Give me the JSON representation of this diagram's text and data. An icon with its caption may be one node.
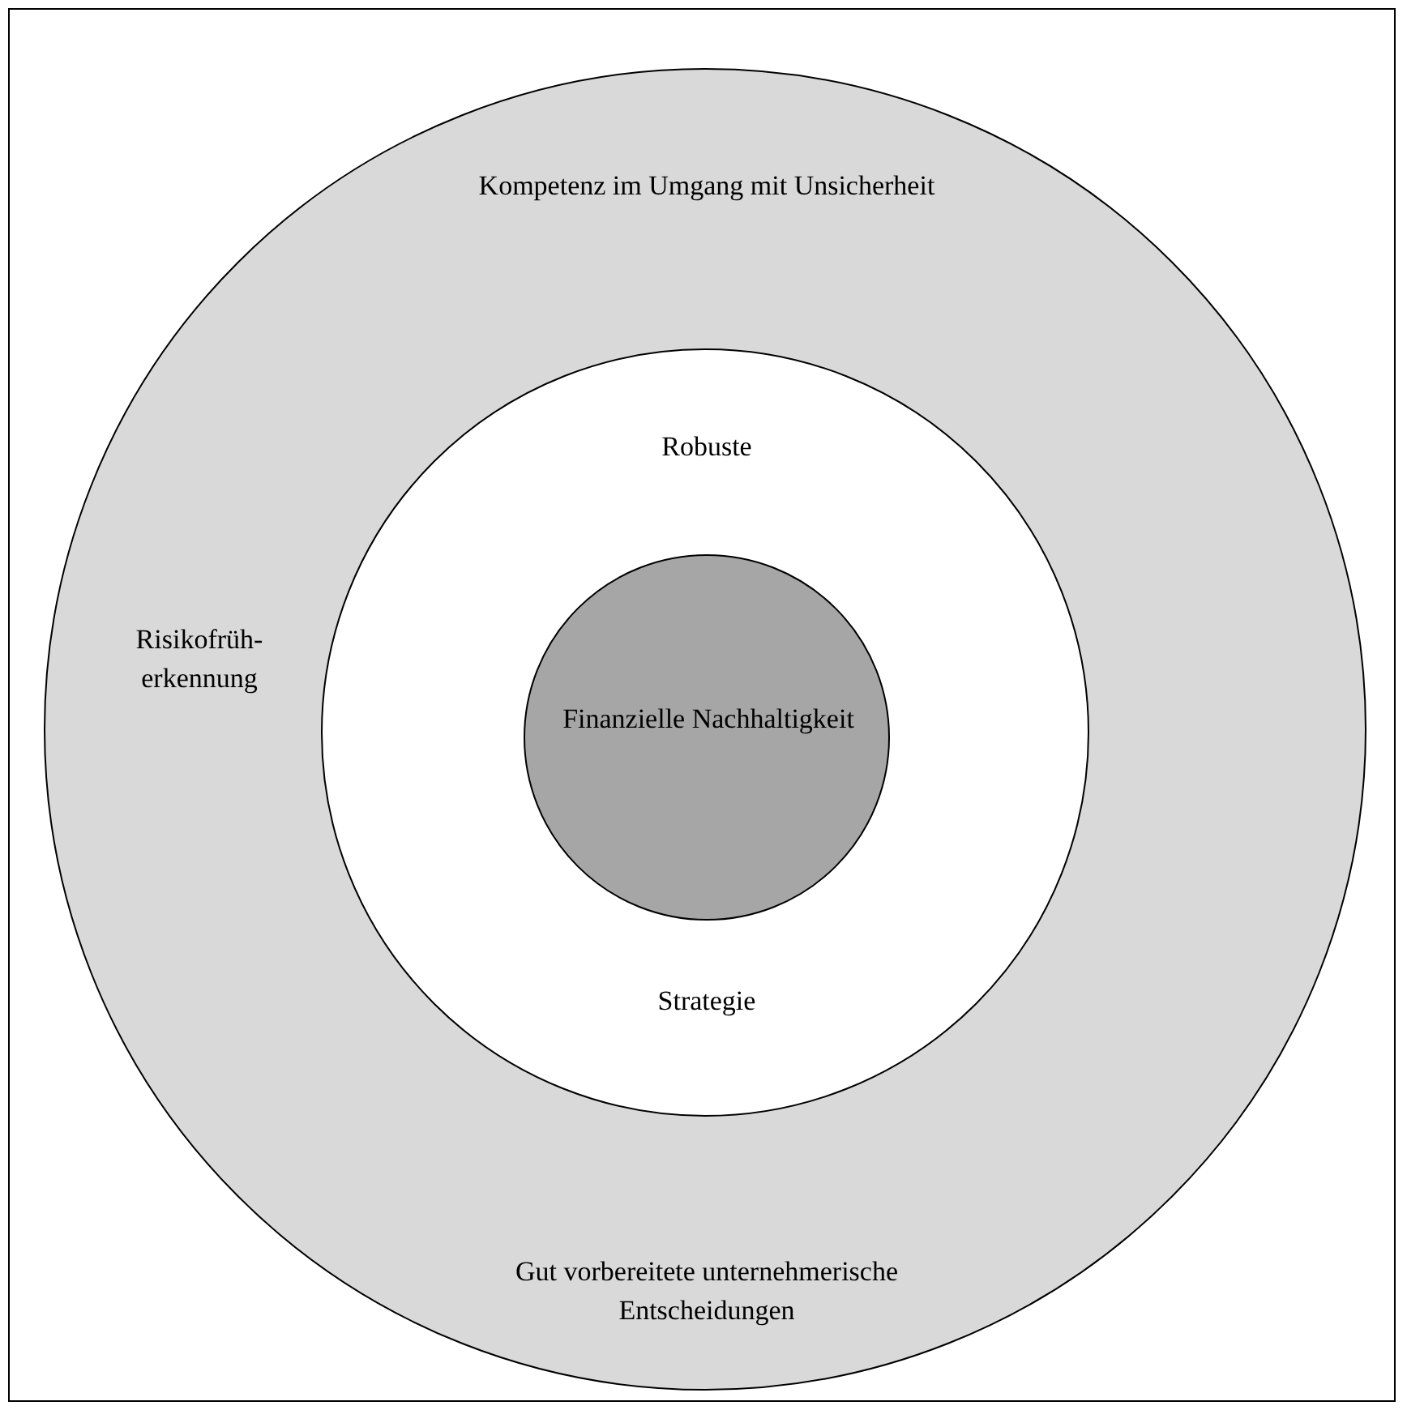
{
  "diagram": {
    "nodes": [
      {
        "text": [
          "Kompetenz im Umgang mit Unsicherheit",
          "Risikofrüh-erkennung",
          "Gut vorbereitete unternehmerische Entscheidungen"
        ]
      },
      {
        "text": [
          "Robuste",
          "Strategie"
        ],
        "in": 0
      },
      {
        "text": [
          "Finanzielle Nachhaltigkeit"
        ],
        "in": 1
      }
    ]
  }
}
